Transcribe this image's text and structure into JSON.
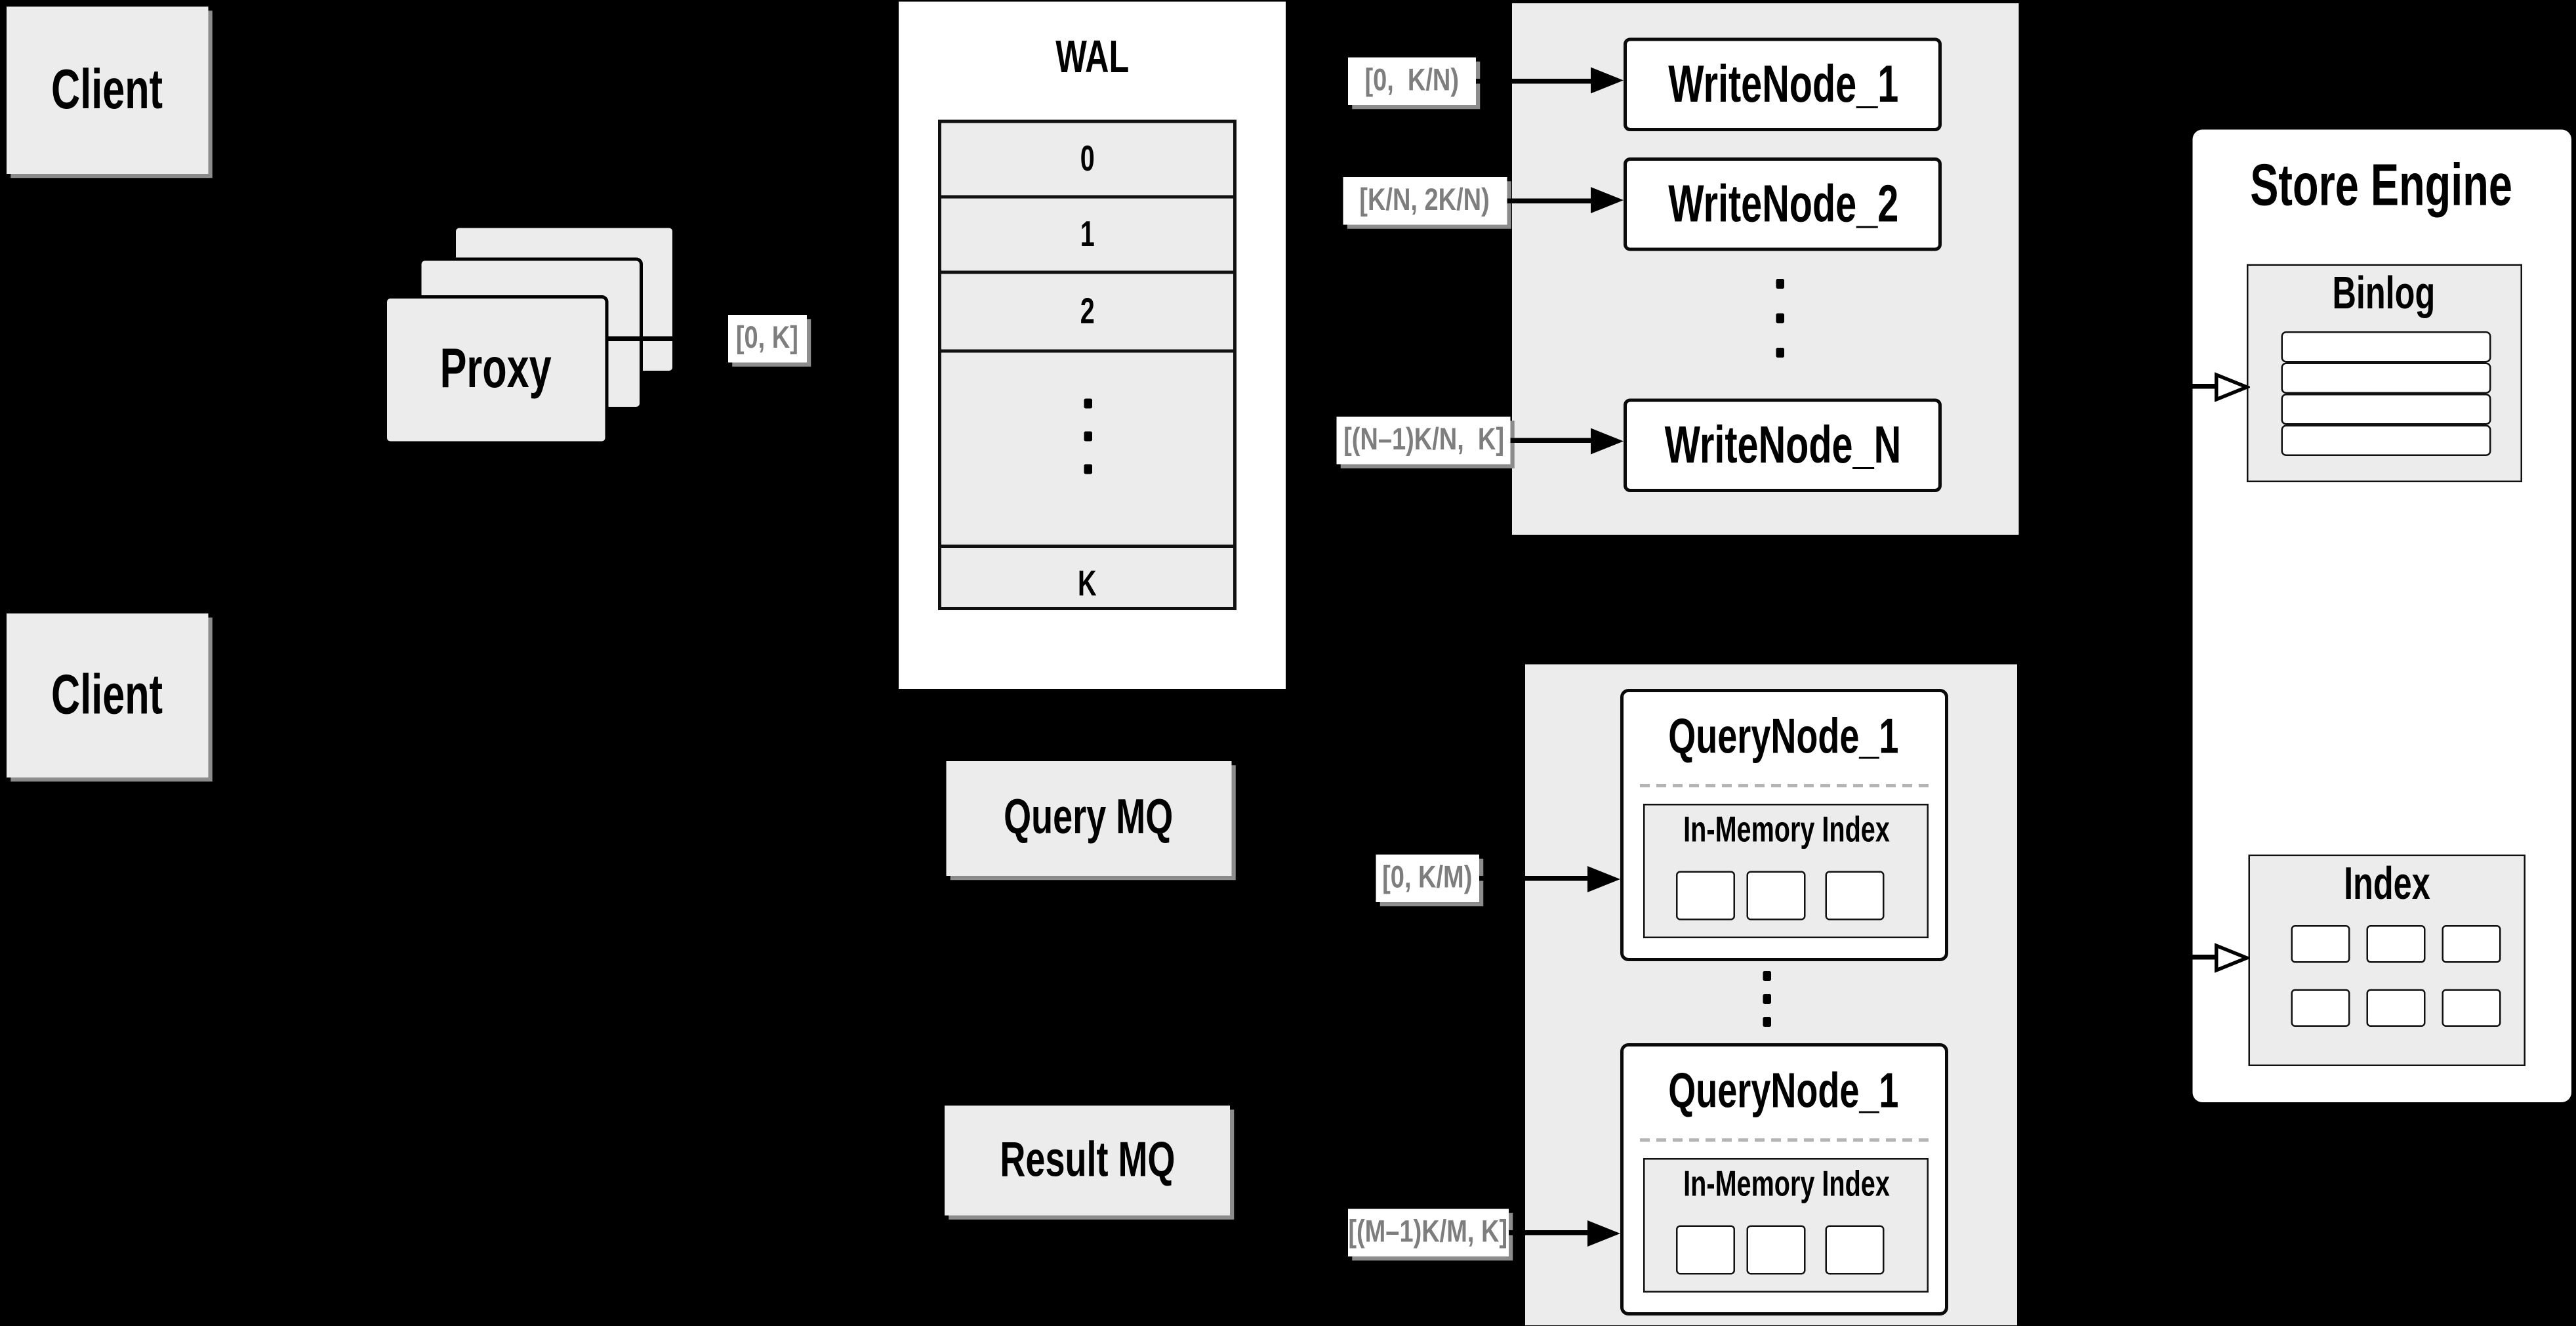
{
  "colors": {
    "background": "#000000",
    "panel_gray": "#ececec",
    "box_white": "#ffffff",
    "text_black": "#000000",
    "edge_label_text": "#7e7e7e",
    "dashed_divider": "#b4b4b4"
  },
  "clients": {
    "top": "Client",
    "bottom": "Client"
  },
  "proxy": {
    "label": "Proxy"
  },
  "wal": {
    "title": "WAL",
    "rows": [
      "0",
      "1",
      "2",
      "K"
    ]
  },
  "write_nodes": {
    "items": [
      "WriteNode_1",
      "WriteNode_2",
      "WriteNode_N"
    ]
  },
  "store_engine": {
    "title": "Store Engine",
    "binlog_title": "Binlog",
    "index_title": "Index"
  },
  "query_nodes": {
    "items": [
      {
        "title": "QueryNode_1",
        "inner_title": "In-Memory Index"
      },
      {
        "title": "QueryNode_1",
        "inner_title": "In-Memory Index"
      }
    ]
  },
  "mq": {
    "query": "Query MQ",
    "result": "Result MQ"
  },
  "edge_labels": {
    "proxy_wal": "[0, K]",
    "wn1": "[0,  K/N)",
    "wn2": "[K/N, 2K/N)",
    "wnn": "[(N–1)K/N,  K]",
    "qn1": "[0, K/M)",
    "qnm": "[(M–1)K/M, K]"
  }
}
